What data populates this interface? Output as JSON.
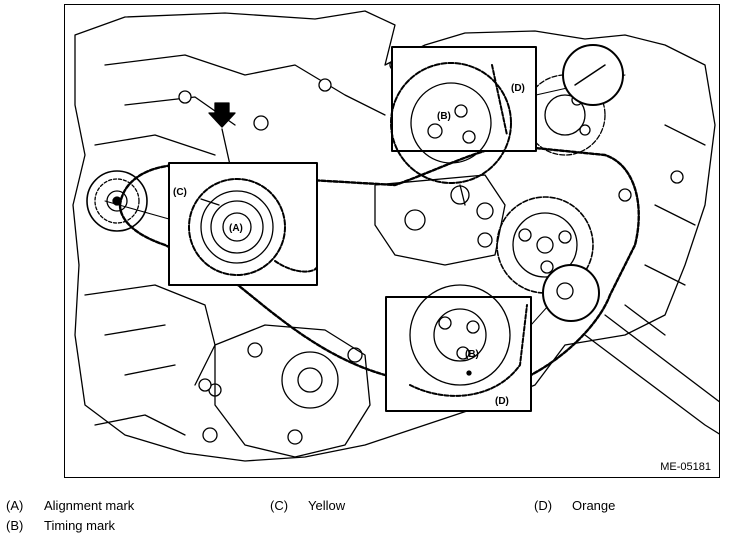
{
  "figure": {
    "id": "ME-05181",
    "callouts": {
      "a": "(A)",
      "b_top": "(B)",
      "b_bottom": "(B)",
      "c": "(C)",
      "d_top": "(D)",
      "d_bottom": "(D)"
    }
  },
  "legend": [
    {
      "key": "(A)",
      "label": "Alignment mark"
    },
    {
      "key": "(C)",
      "label": "Yellow"
    },
    {
      "key": "(D)",
      "label": "Orange"
    },
    {
      "key": "(B)",
      "label": "Timing mark"
    }
  ]
}
